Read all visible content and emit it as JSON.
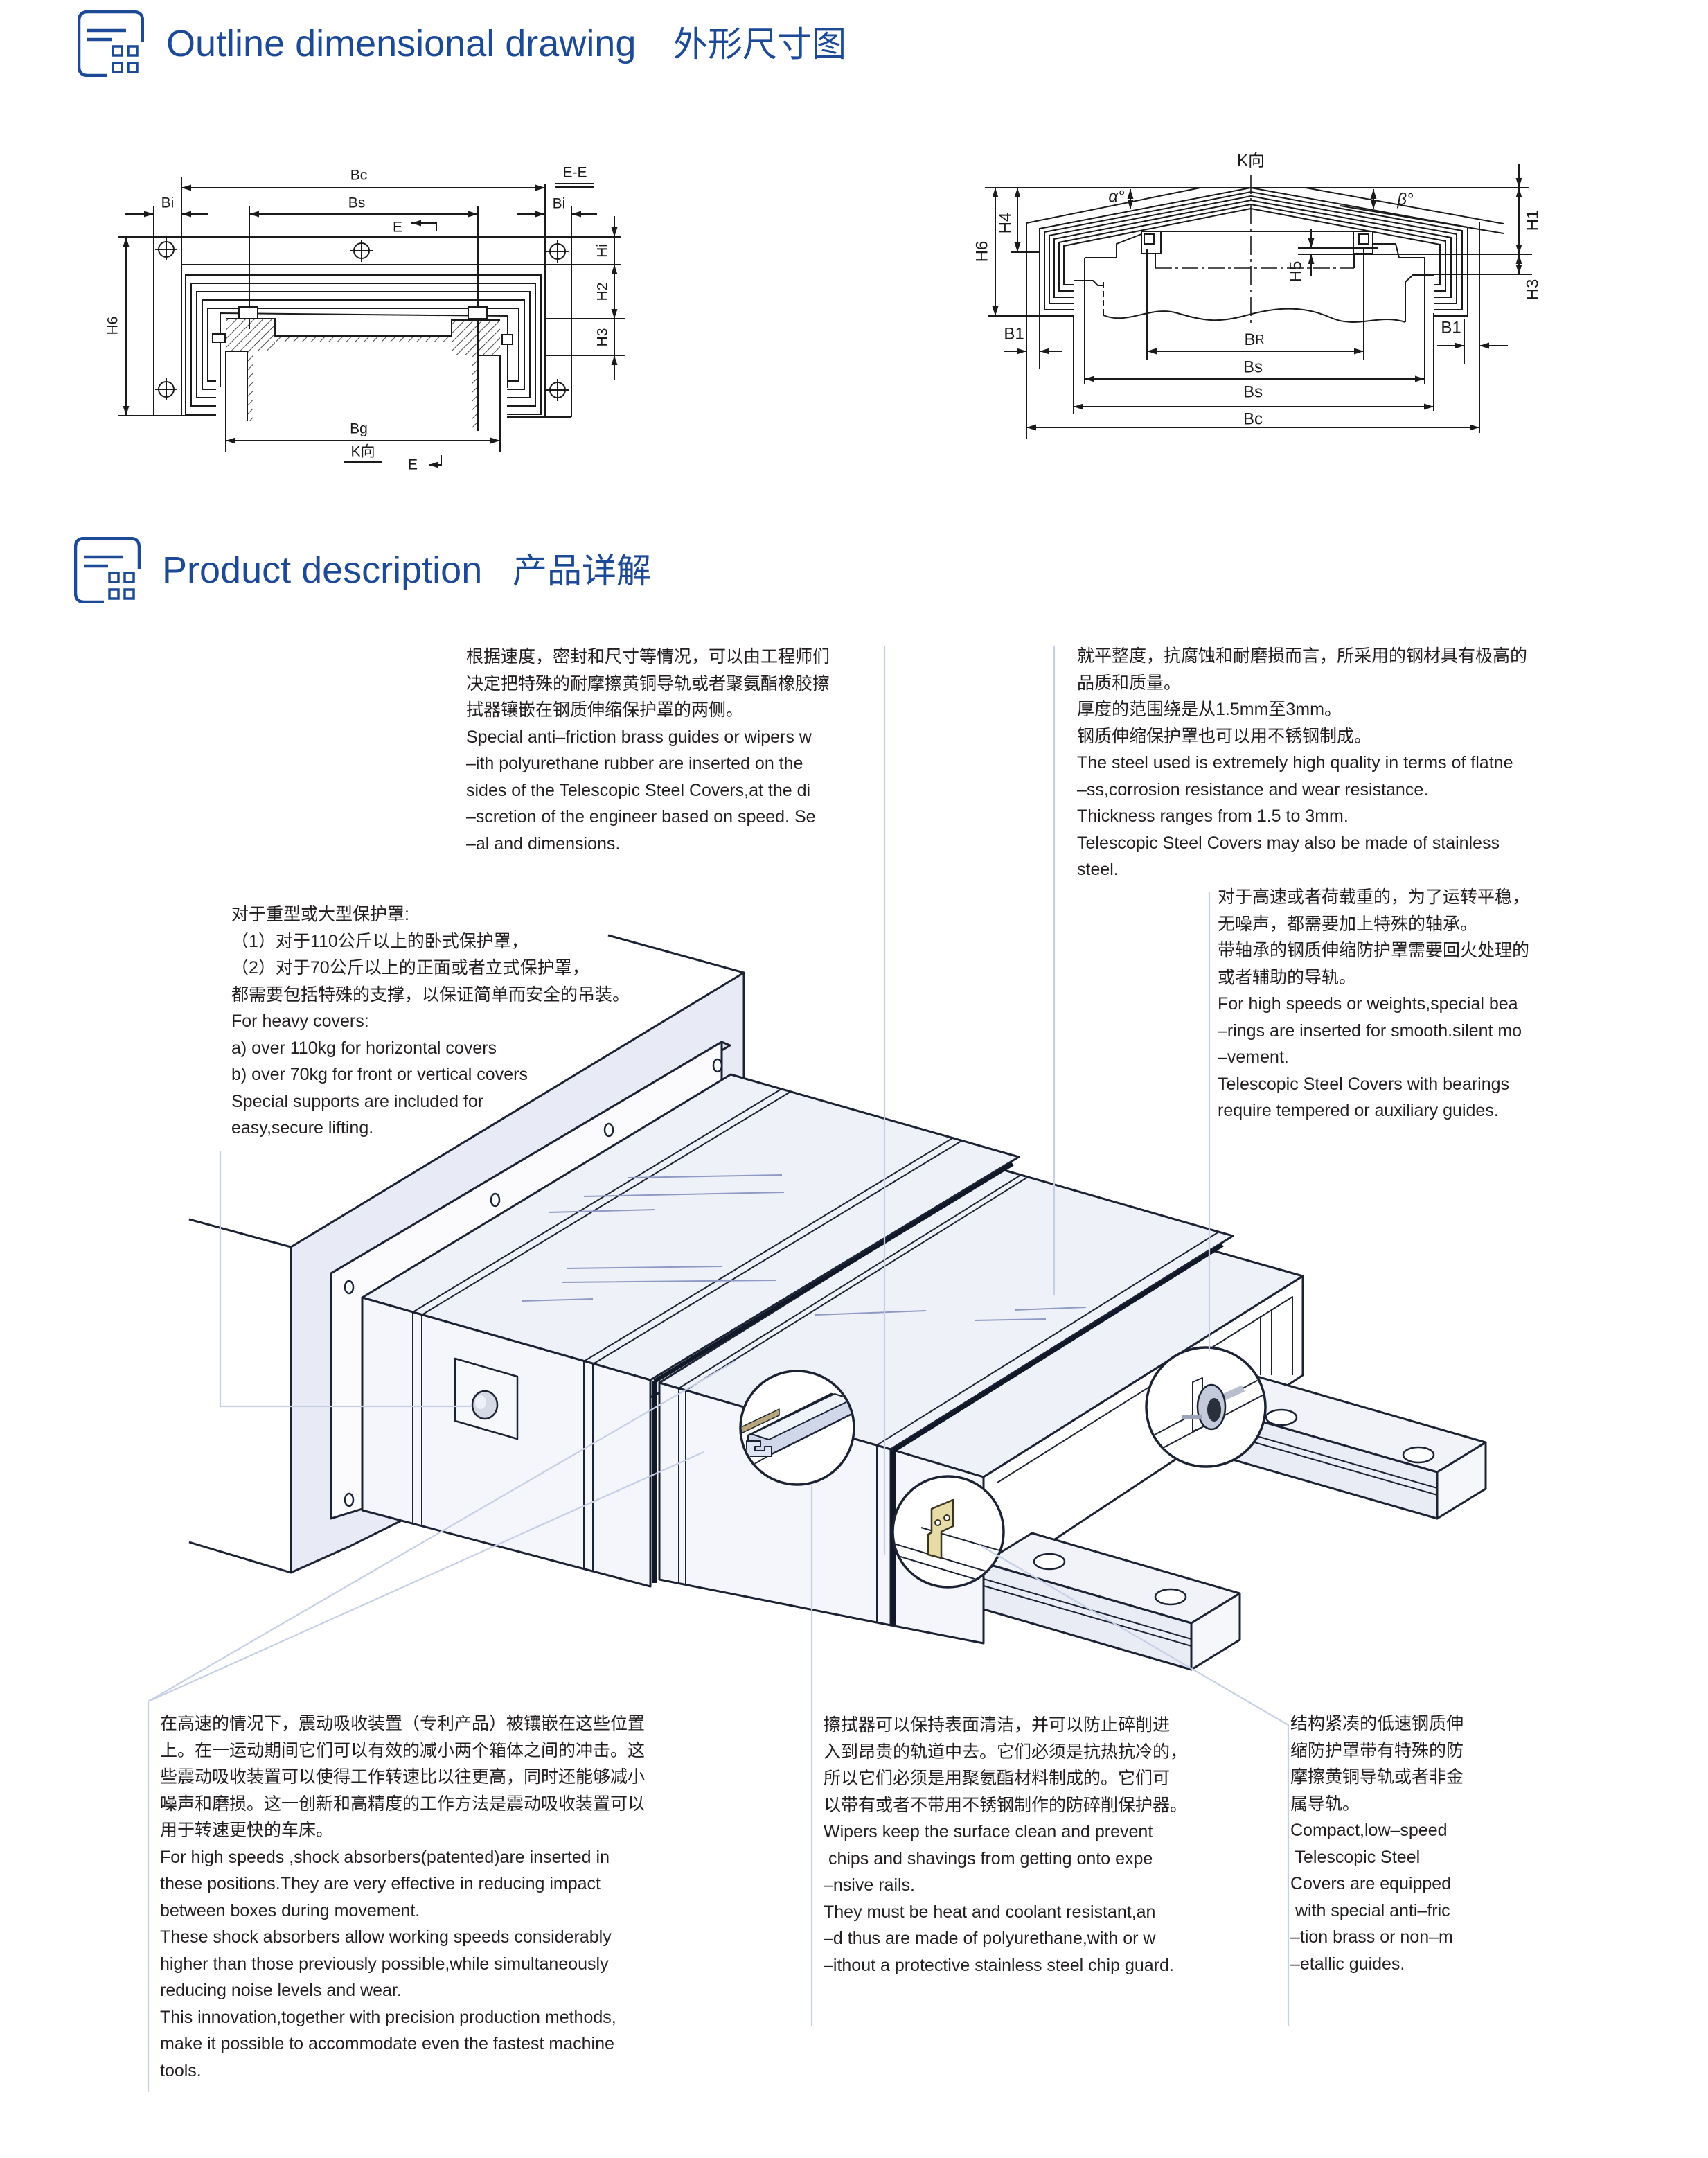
{
  "outline_section": {
    "icon": "grid-document-icon",
    "title_en": "Outline dimensional drawing",
    "title_cn": "外形尺寸图"
  },
  "product_section": {
    "icon": "grid-document-icon",
    "title_en": "Product description",
    "title_cn": "产品详解"
  },
  "front_view": {
    "labels": {
      "bc": "Bc",
      "section_mark": "E-E",
      "bi_left": "Bi",
      "bs": "Bs",
      "bi_right": "Bi",
      "section_arrow_top": "E",
      "h6": "H6",
      "hi": "Hi",
      "h2": "H2",
      "h3": "H3",
      "bg": "Bg",
      "k_view": "K向",
      "section_arrow_bottom": "E"
    }
  },
  "k_view": {
    "labels": {
      "title": "K向",
      "alpha": "α°",
      "beta": "β°",
      "h6": "H6",
      "h4": "H4",
      "h1": "H1",
      "h5": "H5",
      "h3": "H3",
      "b1_left": "B1",
      "b1_right": "B1",
      "br_main": "B",
      "br_sub": "R",
      "bs_inner": "Bs",
      "bs_outer": "Bs",
      "bc": "Bc"
    }
  },
  "descriptions": {
    "brass_guides": {
      "lines": [
        "根据速度，密封和尺寸等情况，可以由工程师们",
        "决定把特殊的耐摩擦黄铜导轨或者聚氨酯橡胶擦",
        "拭器镶嵌在钢质伸缩保护罩的两侧。",
        "Special anti–friction brass guides or wipers w",
        "–ith polyurethane rubber are inserted on the",
        "sides of the Telescopic Steel Covers,at the di",
        "–scretion of the engineer based on speed. Se",
        "–al and dimensions."
      ]
    },
    "steel_quality": {
      "lines": [
        "就平整度，抗腐蚀和耐磨损而言，所采用的钢材具有极高的",
        "品质和质量。",
        "厚度的范围绕是从1.5mm至3mm。",
        "钢质伸缩保护罩也可以用不锈钢制成。",
        "The steel used is extremely high quality in terms of flatne",
        "–ss,corrosion resistance and wear resistance.",
        "Thickness ranges from 1.5 to 3mm.",
        "Telescopic Steel Covers may also be made of stainless",
        "steel."
      ]
    },
    "bearings": {
      "lines": [
        "对于高速或者荷载重的，为了运转平稳，",
        "无噪声，都需要加上特殊的轴承。",
        "带轴承的钢质伸缩防护罩需要回火处理的",
        "或者辅助的导轨。",
        "For high speeds or weights,special bea",
        "–rings are inserted for smooth.silent mo",
        "–vement.",
        "Telescopic Steel Covers with bearings",
        "require tempered or auxiliary guides."
      ]
    },
    "heavy_covers": {
      "lines": [
        "对于重型或大型保护罩:",
        "（1）对于110公斤以上的卧式保护罩，",
        "（2）对于70公斤以上的正面或者立式保护罩，",
        "都需要包括特殊的支撑，以保证简单而安全的吊装。",
        "For heavy covers:",
        "a) over 110kg for horizontal covers",
        "b) over 70kg for front or vertical covers",
        "Special supports are included for",
        "easy,secure lifting."
      ]
    },
    "shock_absorbers": {
      "lines": [
        "在高速的情况下，震动吸收装置（专利产品）被镶嵌在这些位置",
        "上。在一运动期间它们可以有效的减小两个箱体之间的冲击。这",
        "些震动吸收装置可以使得工作转速比以往更高，同时还能够减小",
        "噪声和磨损。这一创新和高精度的工作方法是震动吸收装置可以",
        "用于转速更快的车床。",
        "For high speeds ,shock absorbers(patented)are inserted in",
        "these positions.They are very effective in reducing impact",
        "between boxes during movement.",
        "These shock absorbers allow working speeds considerably",
        "higher than those previously possible,while simultaneously",
        "reducing noise levels and wear.",
        "This innovation,together with precision production methods,",
        "make it possible to accommodate even the fastest machine",
        "tools."
      ]
    },
    "wipers": {
      "lines": [
        "擦拭器可以保持表面清洁，并可以防止碎削进",
        "入到昂贵的轨道中去。它们必须是抗热抗冷的，",
        "所以它们必须是用聚氨酯材料制成的。它们可",
        "以带有或者不带用不锈钢制作的防碎削保护器。",
        "Wipers keep the surface clean and prevent",
        " chips and shavings from getting onto expe",
        "–nsive rails.",
        "They must be heat and coolant resistant,an",
        "–d thus are made of polyurethane,with or w",
        "–ithout a protective stainless steel chip guard."
      ]
    },
    "compact_guides": {
      "lines": [
        "结构紧凑的低速钢质伸",
        "缩防护罩带有特殊的防",
        "摩擦黄铜导轨或者非金",
        "属导轨。",
        "Compact,low–speed",
        " Telescopic Steel",
        "Covers are equipped",
        " with special anti–fric",
        "–tion brass or non–m",
        "–etallic guides."
      ]
    }
  },
  "icons": {
    "section": "grid-document-icon",
    "details": [
      "shock-absorber-icon",
      "seal-wiper-detail-icon",
      "bearing-detail-icon",
      "wiper-plate-detail-icon"
    ]
  },
  "colors": {
    "accent": "#1d4a96",
    "text": "#231f20",
    "leader_line": "#c5cfe6",
    "drawing_line": "#1a1a1a",
    "wall_fill": "#e8ebf5",
    "wiper_plate": "#e7dca8"
  }
}
